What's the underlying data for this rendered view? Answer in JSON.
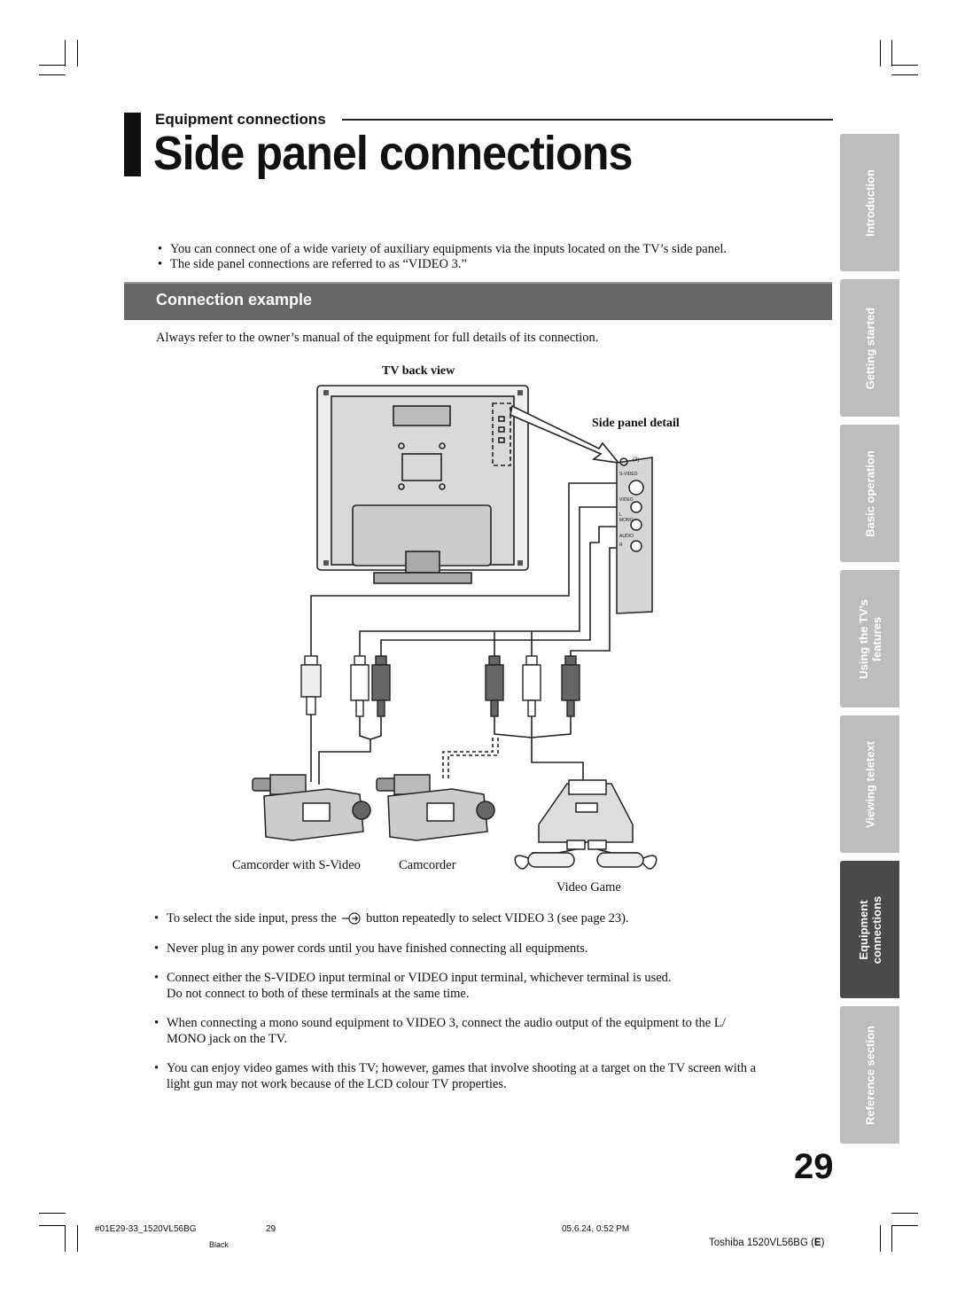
{
  "section_label": "Equipment connections",
  "title": "Side panel connections",
  "intro_bullets": [
    "You can connect one of a wide variety of auxiliary equipments via the inputs located on the TV’s side panel.",
    "The side panel connections are referred to as “VIDEO 3.”"
  ],
  "connection_heading": "Connection example",
  "connection_note": "Always refer to the owner’s manual of the equipment for full details of its connection.",
  "diagram": {
    "tv_back_view": "TV back view",
    "side_panel_detail": "Side panel detail",
    "panel_input_label": "(3)",
    "panel_svideo": "S-VIDEO",
    "panel_video": "VIDEO",
    "panel_l": "L",
    "panel_mono": "MONO",
    "panel_audio": "AUDIO",
    "panel_r": "R",
    "camcorder_svideo": "Camcorder with S-Video",
    "camcorder": "Camcorder",
    "video_game": "Video Game"
  },
  "notes": {
    "n1_before": "To select the side input, press the",
    "n1_after": "button repeatedly to select VIDEO 3 (see page 23).",
    "n2": "Never plug in any power cords until you have finished connecting all equipments.",
    "n3_line1": "Connect either the S-VIDEO input terminal or VIDEO input terminal, whichever terminal is used.",
    "n3_line2": "Do not connect to both of these terminals at the same time.",
    "n4_line1": "When connecting a mono sound equipment to VIDEO 3, connect the audio output of the equipment to the L/",
    "n4_line2": "MONO jack on the TV.",
    "n5_line1": "You can enjoy video games with this TV; however, games that involve shooting at a target on the TV screen with a",
    "n5_line2": "light gun may not work because of the LCD colour TV properties."
  },
  "side_tabs": [
    {
      "line1": "Introduction",
      "line2": "",
      "active": false
    },
    {
      "line1": "Getting started",
      "line2": "",
      "active": false
    },
    {
      "line1": "Basic operation",
      "line2": "",
      "active": false
    },
    {
      "line1": "Using the TV’s",
      "line2": "features",
      "active": false
    },
    {
      "line1": "Viewing teletext",
      "line2": "",
      "active": false
    },
    {
      "line1": "Equipment",
      "line2": "connections",
      "active": true
    },
    {
      "line1": "Reference section",
      "line2": "",
      "active": false
    }
  ],
  "page_number": "29",
  "footer": {
    "file": "#01E29-33_1520VL56BG",
    "page": "29",
    "date": "05.6.24, 0:52 PM",
    "color": "Black",
    "model_prefix": "Toshiba 1520VL56BG (",
    "model_letter": "E",
    "model_suffix": ")"
  }
}
